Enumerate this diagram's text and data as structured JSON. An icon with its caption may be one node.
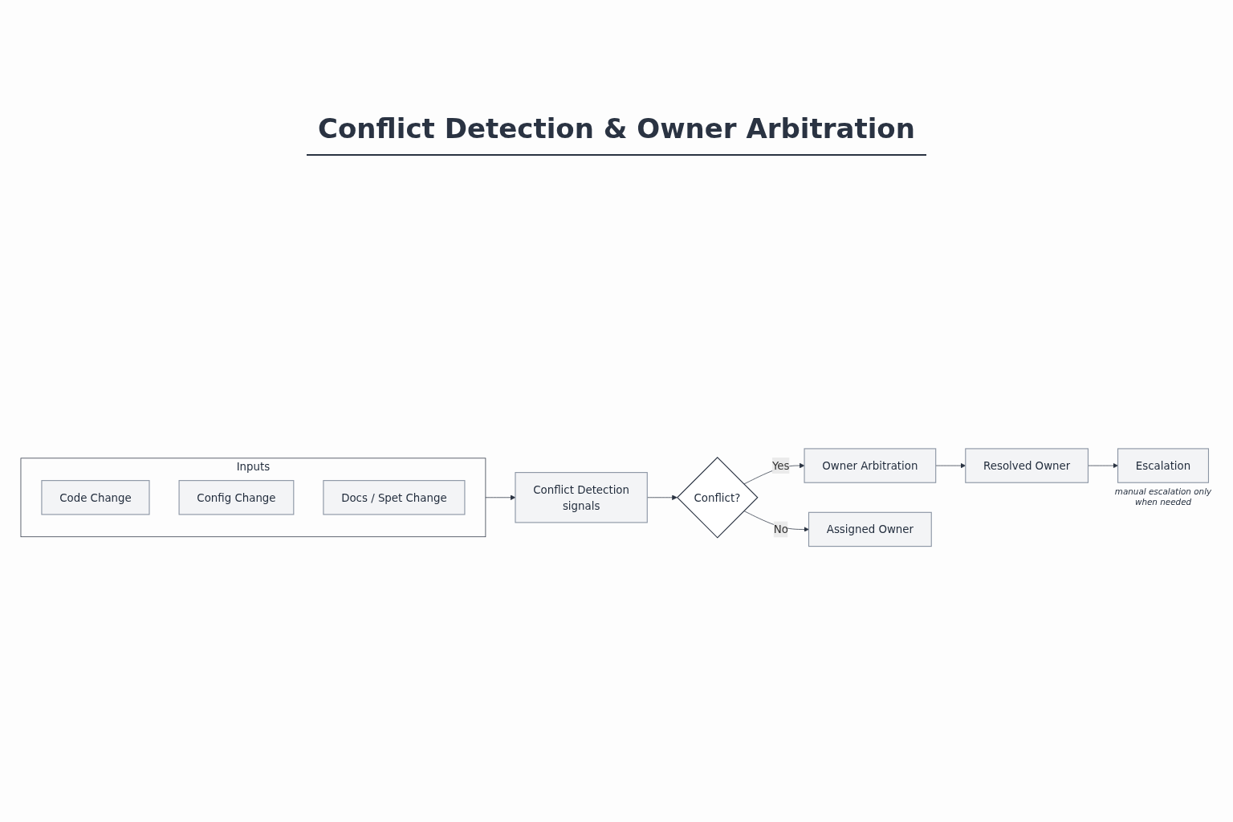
{
  "diagram": {
    "title": "Conflict Detection & Owner Arbitration",
    "nodes": [
      {
        "text": [
          "Inputs"
        ]
      },
      {
        "text": [
          "Code Change"
        ],
        "in": 0
      },
      {
        "text": [
          "Config Change"
        ],
        "in": 0
      },
      {
        "text": [
          "Docs / Spet Change"
        ],
        "in": 0
      },
      {
        "text": [
          "Conflict Detection",
          "signals"
        ]
      },
      {
        "text": [
          "Conflict?"
        ]
      },
      {
        "text": [
          "Owner Arbitration"
        ]
      },
      {
        "text": [
          "Assigned Owner"
        ]
      },
      {
        "text": [
          "Resolved Owner"
        ]
      },
      {
        "text": [
          "Escalation"
        ],
        "beside": [
          "manual escalation only when needed"
        ]
      }
    ],
    "edges": [
      {
        "from": 0,
        "to": 4,
        "arrow": "to"
      },
      {
        "from": 4,
        "to": 5,
        "arrow": "to"
      },
      {
        "from": 5,
        "to": 6,
        "label": "Yes",
        "arrow": "to"
      },
      {
        "from": 5,
        "to": 7,
        "label": "No",
        "arrow": "to"
      },
      {
        "from": 6,
        "to": 8,
        "arrow": "to"
      },
      {
        "from": 8,
        "to": 9,
        "arrow": "to"
      }
    ]
  }
}
